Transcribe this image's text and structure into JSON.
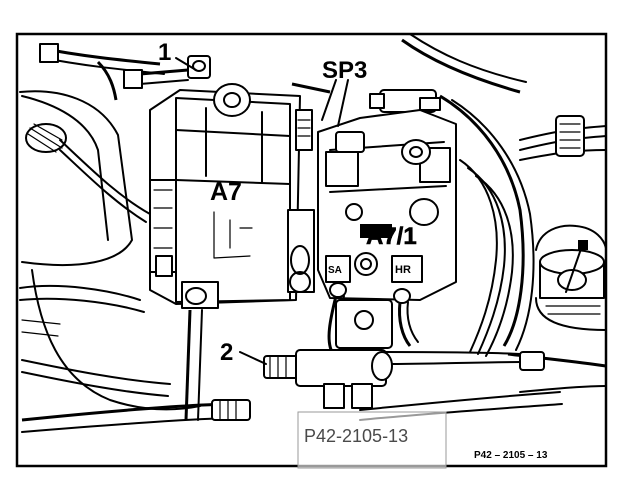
{
  "labels": {
    "callout_1": "1",
    "callout_2": "2",
    "sp3": "SP3",
    "a7": "A7",
    "a71": "A7/1",
    "port_sa": "SA",
    "port_hr": "HR"
  },
  "figure_id_overlay": "P42-2105-13",
  "figure_id_corner": "P42 – 2105 – 13",
  "colors": {
    "ink": "#000000",
    "paper": "#ffffff",
    "overlay_text": "#4a4a4a"
  }
}
